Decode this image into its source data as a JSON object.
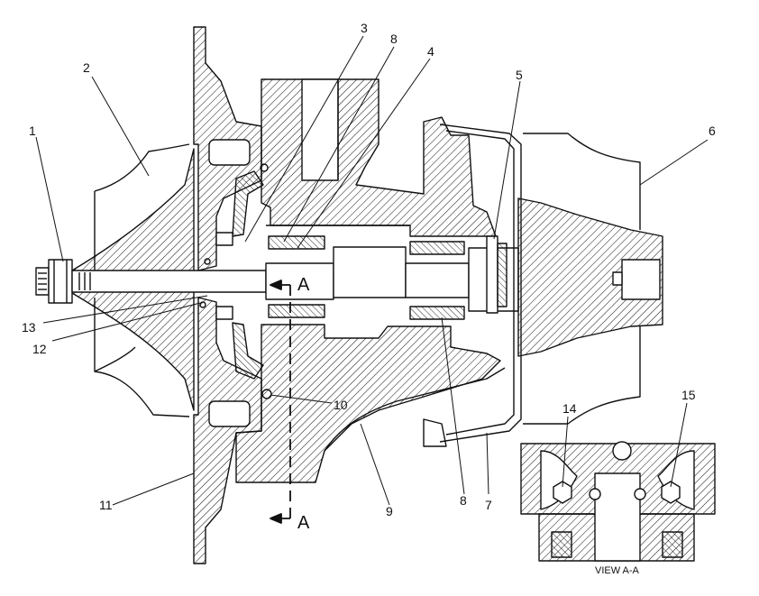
{
  "figure": {
    "type": "turbocharger cross-section drawing",
    "callouts": [
      "1",
      "2",
      "3",
      "4",
      "5",
      "6",
      "7",
      "8",
      "9",
      "10",
      "11",
      "12",
      "13",
      "14",
      "15"
    ],
    "section_marker": "A",
    "view_caption": "VIEW A-A",
    "colors": {
      "line": "#111111",
      "background": "#ffffff"
    }
  }
}
